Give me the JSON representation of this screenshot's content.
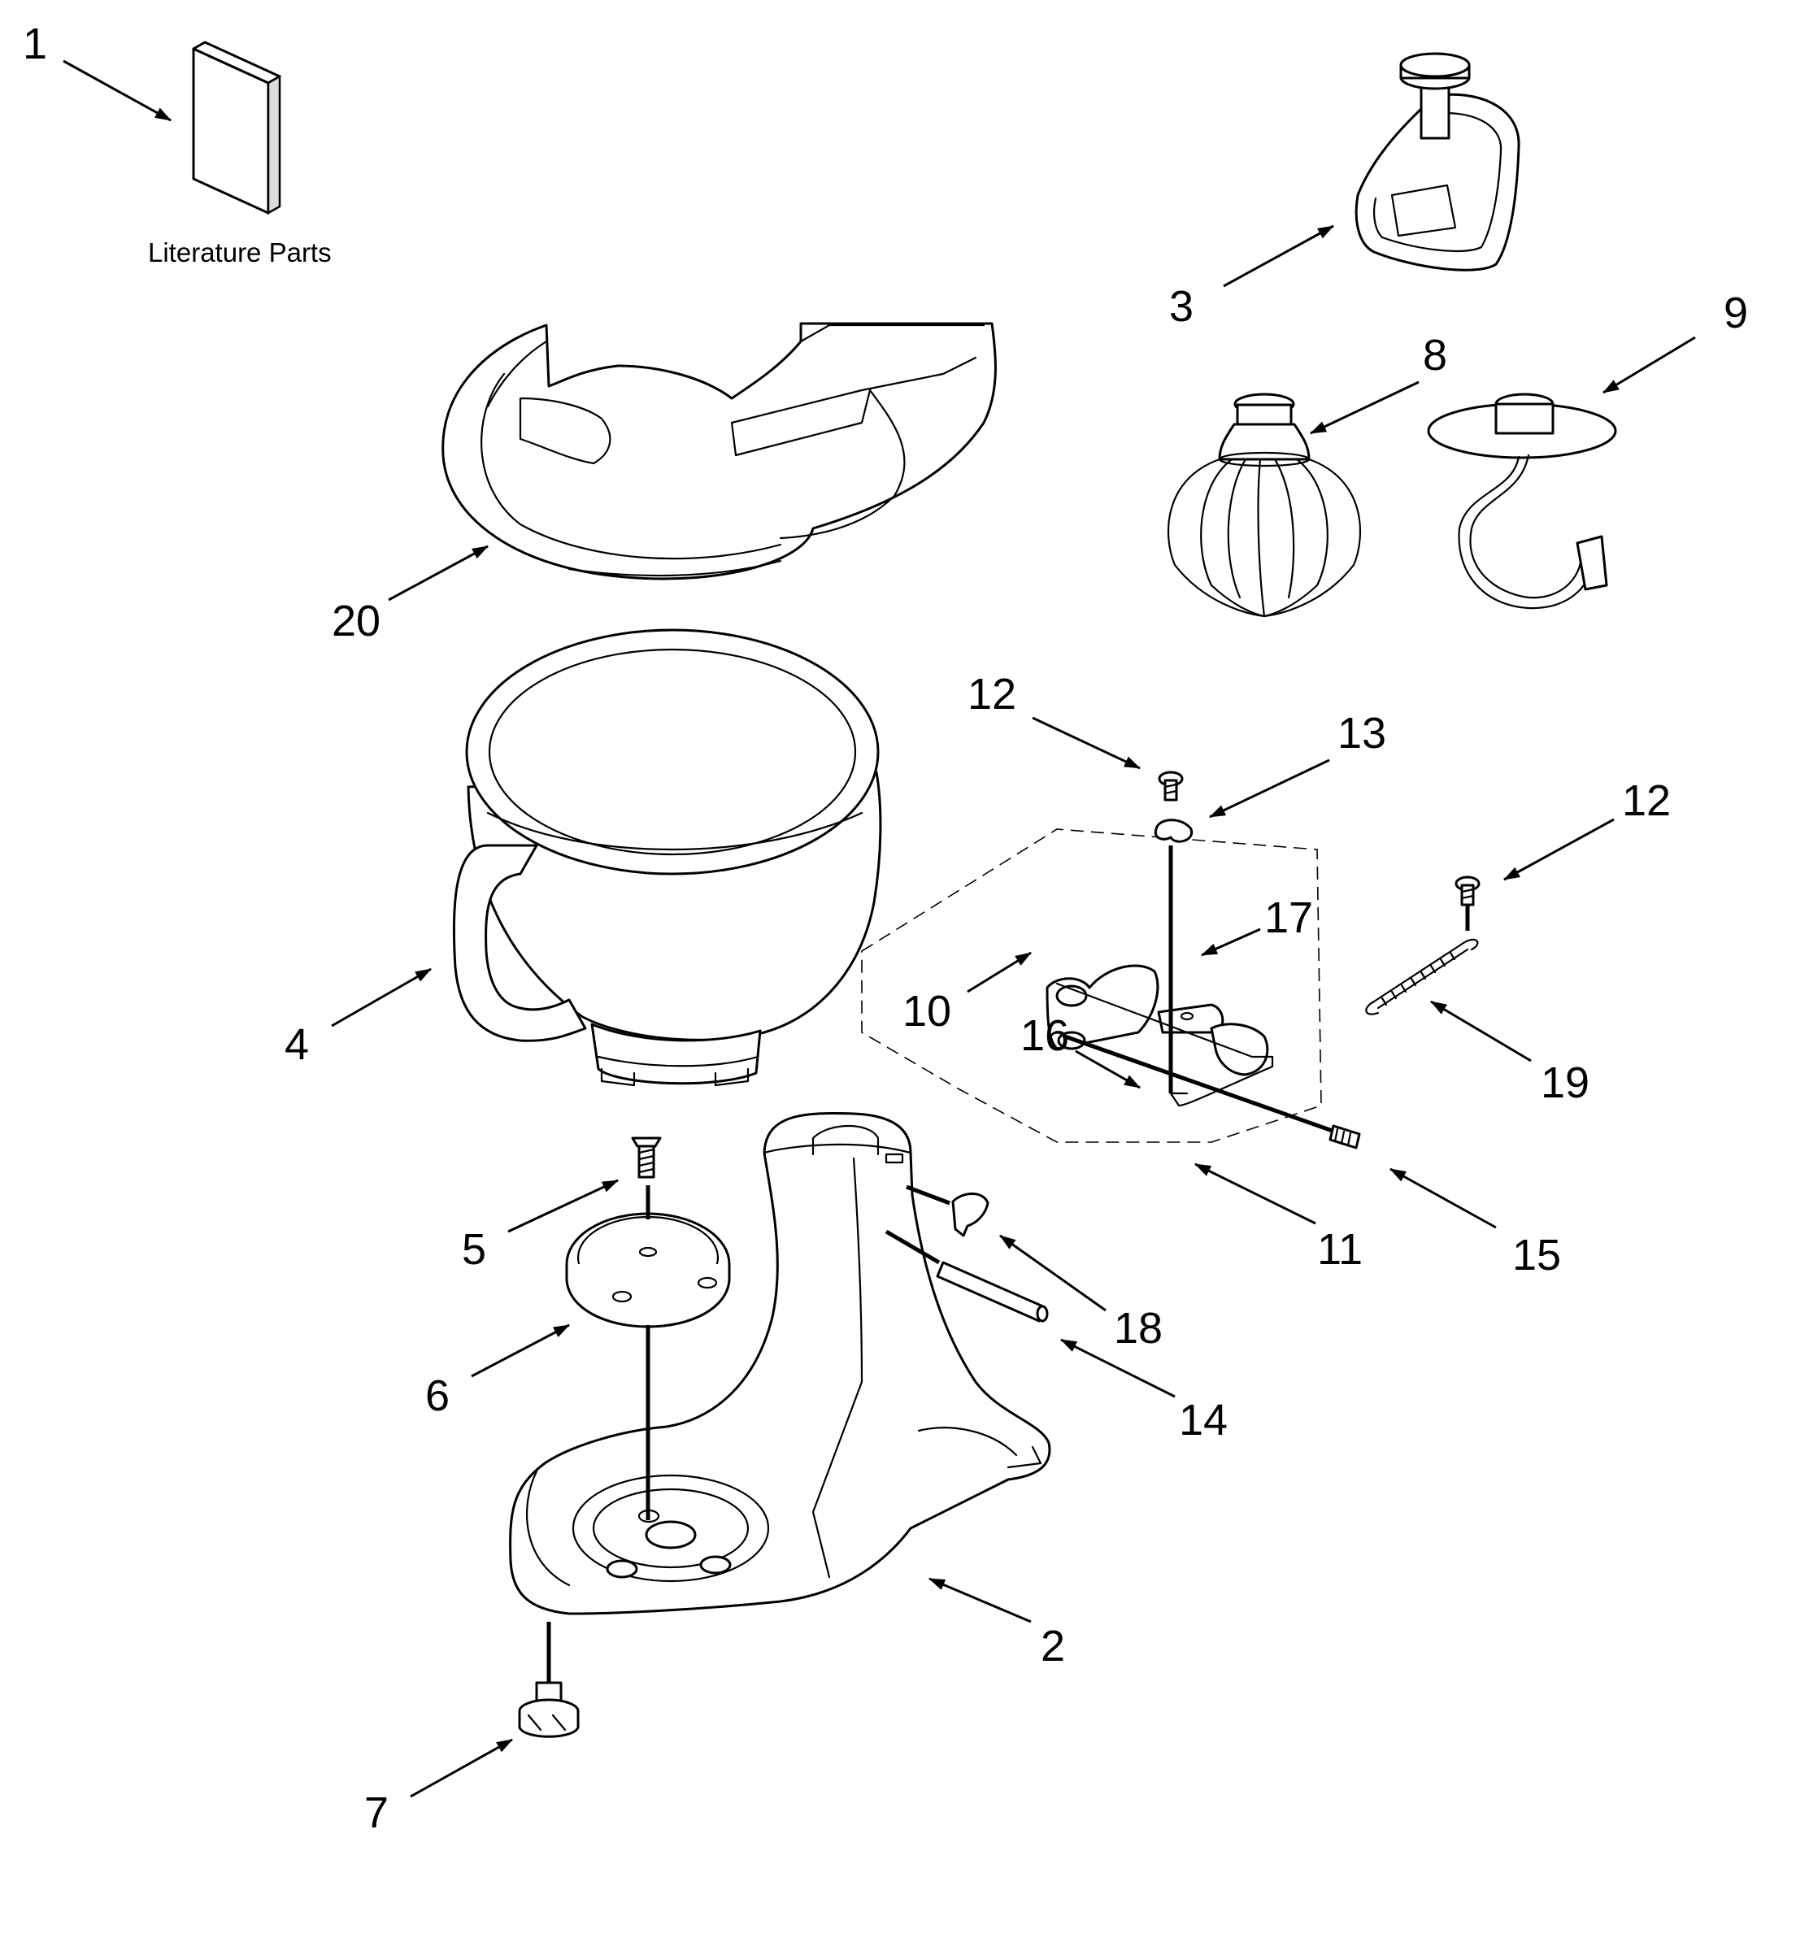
{
  "literature_label": "Literature Parts",
  "callouts": {
    "c1": "1",
    "c2": "2",
    "c3": "3",
    "c4": "4",
    "c5": "5",
    "c6": "6",
    "c7": "7",
    "c8": "8",
    "c9": "9",
    "c10": "10",
    "c11": "11",
    "c12a": "12",
    "c12b": "12",
    "c13": "13",
    "c14": "14",
    "c15": "15",
    "c16": "16",
    "c17": "17",
    "c18": "18",
    "c19": "19",
    "c20": "20"
  }
}
